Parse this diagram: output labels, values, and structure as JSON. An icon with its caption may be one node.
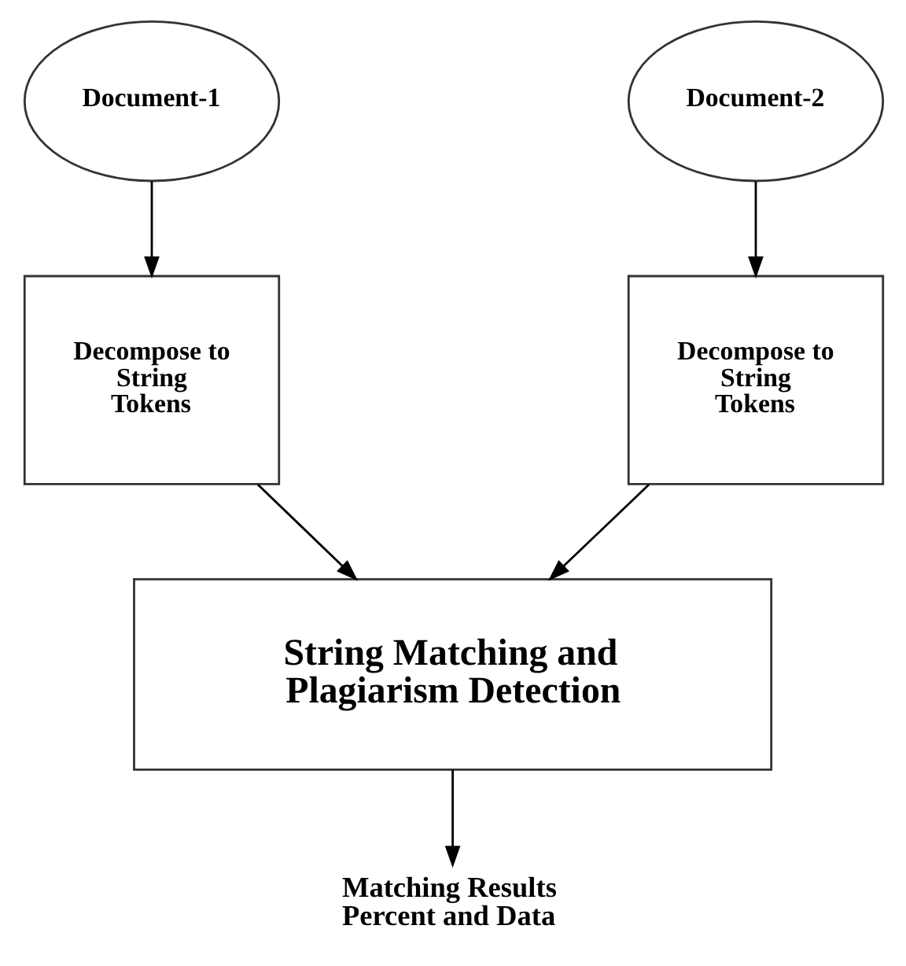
{
  "diagram": {
    "nodes": [
      {
        "text": [
          "Document-1"
        ]
      },
      {
        "text": [
          "Document-2"
        ]
      },
      {
        "text": [
          "Decompose to String Tokens"
        ]
      },
      {
        "text": [
          "Decompose to String Tokens"
        ]
      },
      {
        "text": [
          "String Matching and Plagiarism Detection"
        ]
      },
      {
        "text": [
          "Matching Results Percent and Data"
        ]
      }
    ],
    "edges": [
      {
        "from": 0,
        "to": 2,
        "arrow": "to"
      },
      {
        "from": 1,
        "to": 3,
        "arrow": "to"
      },
      {
        "from": 2,
        "to": 4,
        "arrow": "to"
      },
      {
        "from": 3,
        "to": 4,
        "arrow": "to"
      },
      {
        "from": 4,
        "to": 5,
        "arrow": "to"
      }
    ]
  }
}
